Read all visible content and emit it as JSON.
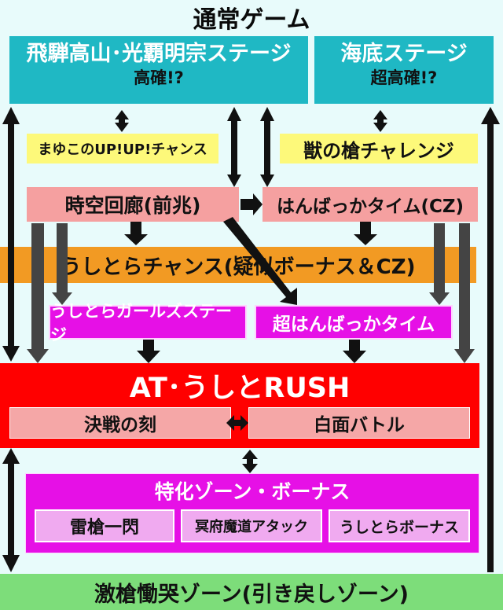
{
  "title": "通常ゲーム",
  "stages": {
    "hida": {
      "name": "飛騨高山･光覇明宗ステージ",
      "note": "高確!?"
    },
    "kaitei": {
      "name": "海底ステージ",
      "note": "超高確!?"
    }
  },
  "chances": {
    "mayuko": "まゆこのUP!UP!チャンス",
    "kemono": "獣の槍チャレンジ"
  },
  "zenchou": "時空回廊(前兆)",
  "hanbakka": "はんばっかタイム(CZ)",
  "ushitora_chance": "うしとらチャンス(疑似ボーナス＆CZ)",
  "girls_stage": "うしとらガールズステージ",
  "super_hanbakka": "超はんばっかタイム",
  "at": {
    "title": "AT･うしとRUSH",
    "kessen": "決戦の刻",
    "hakumen": "白面バトル"
  },
  "special": {
    "title": "特化ゾーン・ボーナス",
    "items": [
      "雷槍一閃",
      "冥府魔道アタック",
      "うしとらボーナス"
    ]
  },
  "bottom": "激槍慟哭ゾーン(引き戻しゾーン)"
}
